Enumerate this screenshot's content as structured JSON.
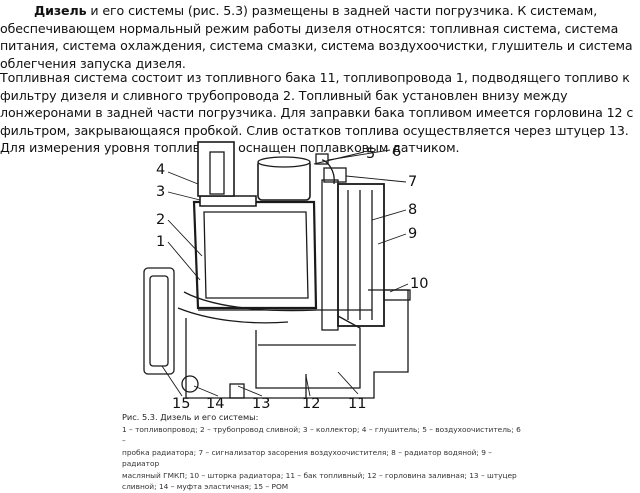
{
  "paragraphs": {
    "p1_bold": "Дизель",
    "p1_rest": " и его системы (рис. 5.3) размещены в задней части погрузчика. К системам, обеспечивающем нормальный режим работы дизеля относятся: топливная система, система питания, система охлаждения, система смазки, система воздухоочистки, глушитель и система облегчения запуска дизеля.",
    "p2": "Топливная система состоит из топливного бака 11, топливопровода 1, подводящего топливо к фильтру дизеля и сливного трубопровода 2. Топливный бак установлен внизу между лонжеронами в задней части погрузчика. Для заправки бака топливом имеется горловина 12 с фильтром, закрывающаяся пробкой. Слив остатков топлива осуществляется через штуцер 13. Для измерения уровня топлива бак оснащен поплавковым датчиком."
  },
  "figure": {
    "callouts": {
      "n1": "1",
      "n2": "2",
      "n3": "3",
      "n4": "4",
      "n5": "5",
      "n6": "6",
      "n7": "7",
      "n8": "8",
      "n9": "9",
      "n10": "10",
      "n11": "11",
      "n12": "12",
      "n13": "13",
      "n14": "14",
      "n15": "15"
    },
    "caption_title": "Рис. 5.3. Дизель и его системы:",
    "caption_line1": "1 – топливопровод; 2 – трубопровод сливной; 3 – коллектор; 4 – глушитель; 5 – воздухоочиститель; 6 –",
    "caption_line2": "пробка радиатора; 7 – сигнализатор засорения воздухоочистителя; 8 – радиатор водяной; 9 – радиатор",
    "caption_line3": "масляный ГМКП; 10 – шторка радиатора; 11 – бак топливный; 12 – горловина заливная; 13 – штуцер",
    "caption_line4": "сливной; 14 – муфта эластичная; 15 – РОМ"
  }
}
